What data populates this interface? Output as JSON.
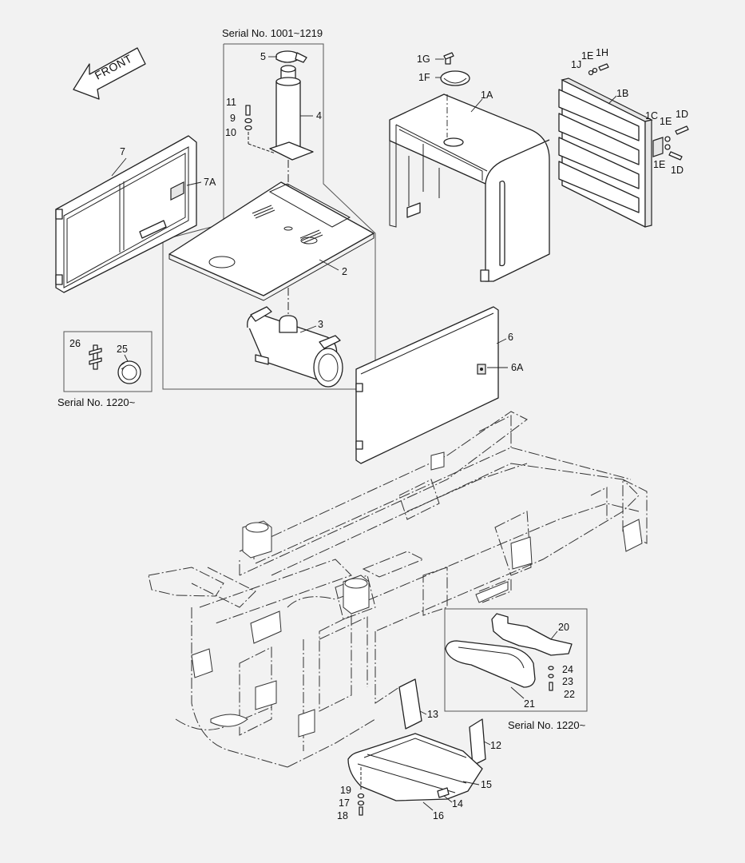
{
  "captions": {
    "serial_top": "Serial No. 1001~1219",
    "serial_left": "Serial No. 1220~",
    "serial_bottom_right": "Serial No. 1220~"
  },
  "arrow_label": "FRONT",
  "part_labels": {
    "p1A": "1A",
    "p1B": "1B",
    "p1C": "1C",
    "p1D_top": "1D",
    "p1D_bottom": "1D",
    "p1E_top": "1E",
    "p1E_mid": "1E",
    "p1E_bottom": "1E",
    "p1F": "1F",
    "p1G": "1G",
    "p1H": "1H",
    "p1J": "1J",
    "p2": "2",
    "p3": "3",
    "p4": "4",
    "p5": "5",
    "p6": "6",
    "p6A": "6A",
    "p7": "7",
    "p7A": "7A",
    "p9": "9",
    "p10": "10",
    "p11": "11",
    "p12": "12",
    "p13": "13",
    "p14": "14",
    "p15": "15",
    "p16": "16",
    "p17": "17",
    "p18": "18",
    "p19": "19",
    "p20": "20",
    "p21": "21",
    "p22": "22",
    "p23": "23",
    "p24": "24",
    "p25": "25",
    "p26": "26"
  },
  "colors": {
    "line": "#222222",
    "background": "#f2f2f2",
    "fill": "#ffffff"
  }
}
